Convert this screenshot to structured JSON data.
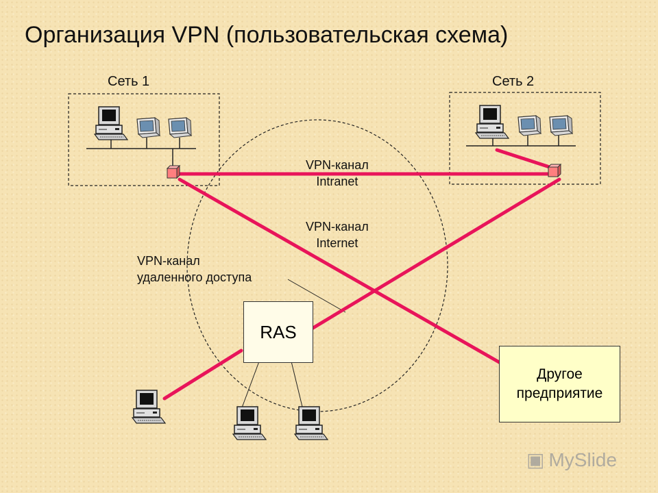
{
  "slide": {
    "title": "Организация VPN (пользовательская схема)",
    "network1_label": "Сеть 1",
    "network2_label": "Сеть 2",
    "links": {
      "intranet": {
        "line1": "VPN-канал",
        "line2": "Intranet"
      },
      "internet": {
        "line1": "VPN-канал",
        "line2": "Internet"
      },
      "remote": {
        "line1": "VPN-канал",
        "line2": "удаленного доступа"
      }
    },
    "ras_label": "RAS",
    "other_company": {
      "line1": "Другое",
      "line2": "предприятие"
    },
    "watermark": "MySlide"
  },
  "colors": {
    "background": "#f6e3b4",
    "vpn_link": "#e8145a",
    "router": "#ff8a8a",
    "other_company_fill": "#ffffc8"
  }
}
